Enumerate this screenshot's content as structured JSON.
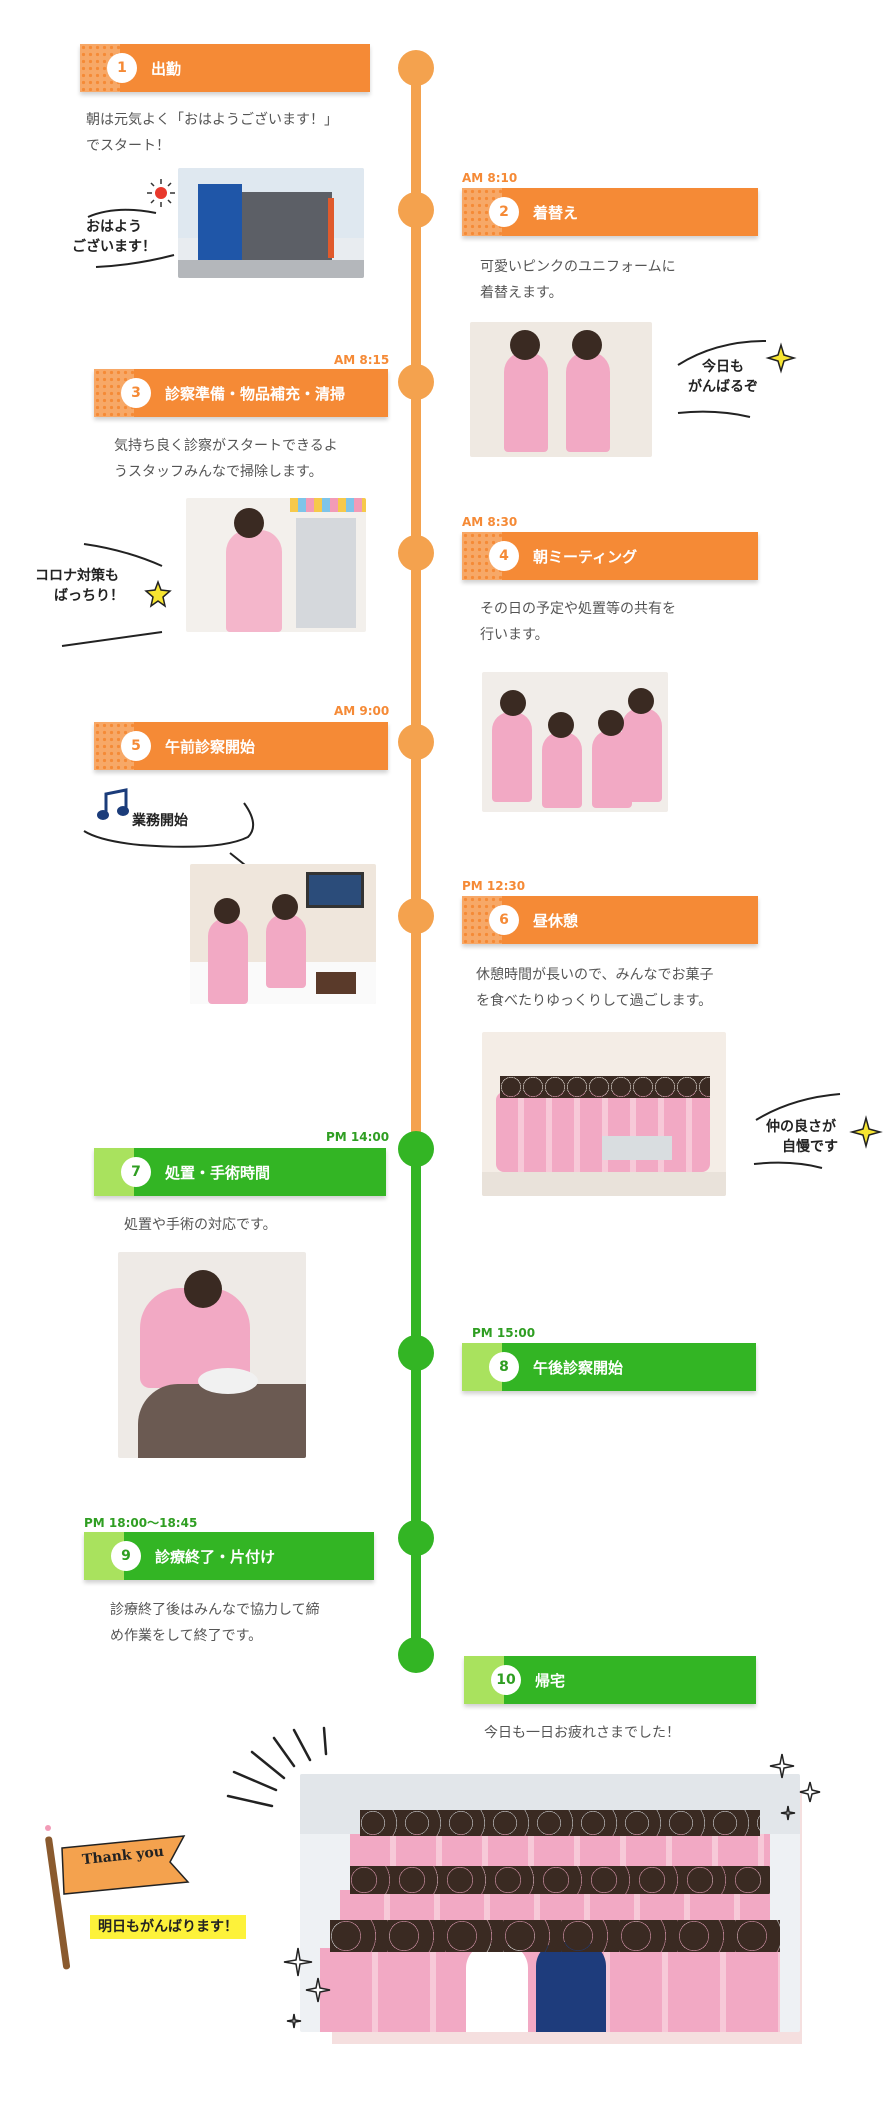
{
  "colors": {
    "orange": "#f58a36",
    "green": "#33b524",
    "light_green": "#a9e25e",
    "pink": "#f2a9c4"
  },
  "steps": [
    {
      "num": "1",
      "time": "",
      "title": "出勤",
      "desc": [
        "朝は元気よく「おはようございます！」",
        "でスタート！"
      ]
    },
    {
      "num": "2",
      "time": "AM 8:10",
      "title": "着替え",
      "desc": [
        "可愛いピンクのユニフォームに",
        "着替えます。"
      ]
    },
    {
      "num": "3",
      "time": "AM 8:15",
      "title": "診察準備・物品補充・清掃",
      "desc": [
        "気持ち良く診察がスタートできるよ",
        "うスタッフみんなで掃除します。"
      ]
    },
    {
      "num": "4",
      "time": "AM 8:30",
      "title": "朝ミーティング",
      "desc": [
        "その日の予定や処置等の共有を",
        "行います。"
      ]
    },
    {
      "num": "5",
      "time": "AM 9:00",
      "title": "午前診察開始",
      "desc": []
    },
    {
      "num": "6",
      "time": "PM 12:30",
      "title": "昼休憩",
      "desc": [
        "休憩時間が長いので、みんなでお菓子",
        "を食べたりゆっくりして過ごします。"
      ]
    },
    {
      "num": "7",
      "time": "PM 14:00",
      "title": "処置・手術時間",
      "desc": [
        "処置や手術の対応です。"
      ]
    },
    {
      "num": "8",
      "time": "PM 15:00",
      "title": "午後診察開始",
      "desc": []
    },
    {
      "num": "9",
      "time": "PM 18:00〜18:45",
      "title": "診療終了・片付け",
      "desc": [
        "診療終了後はみんなで協力して締",
        "め作業をして終了です。"
      ]
    },
    {
      "num": "10",
      "time": "",
      "title": "帰宅",
      "desc": [
        "今日も一日お疲れさまでした！"
      ]
    }
  ],
  "notes": {
    "ohayou": [
      "おはよう",
      "ございます！"
    ],
    "kyoumo": [
      "今日も",
      "がんばるぞ"
    ],
    "corona": [
      "コロナ対策も",
      "ばっちり！"
    ],
    "gyoumu": "業務開始",
    "nakanoyosa": [
      "仲の良さが",
      "自慢です"
    ],
    "thank_you": "Thank you",
    "ashita": "明日もがんばります！"
  }
}
